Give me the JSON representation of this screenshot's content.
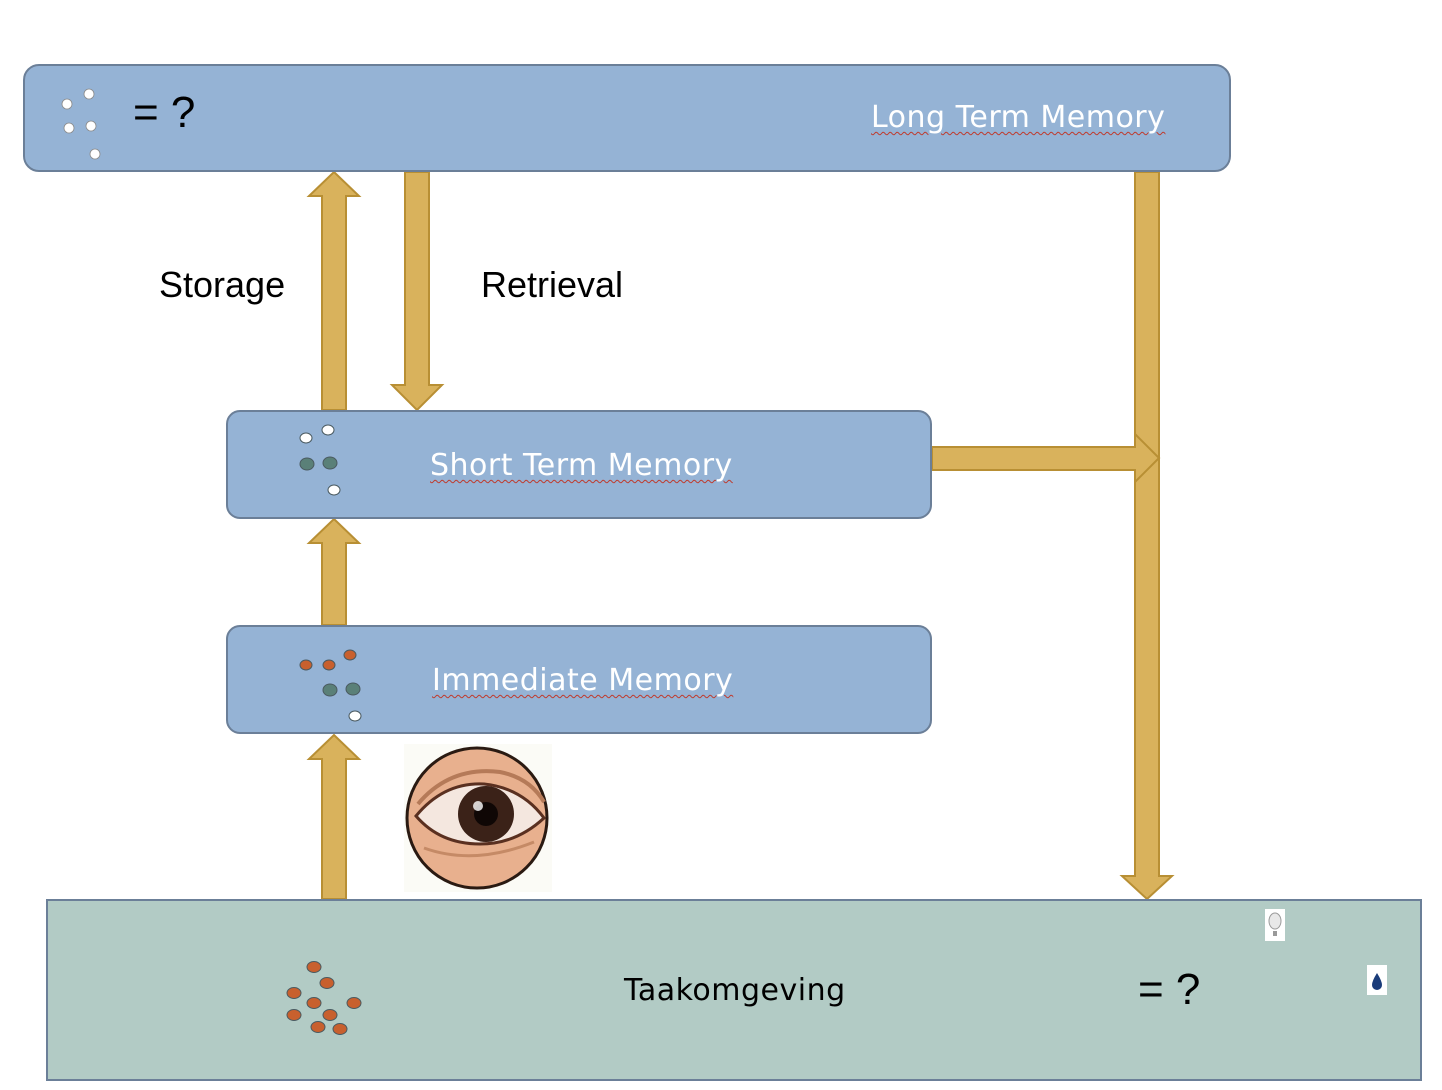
{
  "boxes": {
    "long_term": {
      "label": "Long Term Memory",
      "suffix": "= ?"
    },
    "short_term": {
      "label": "Short Term Memory"
    },
    "immediate": {
      "label": "Immediate Memory"
    },
    "environment": {
      "label": "Taakomgeving",
      "suffix": "= ?"
    }
  },
  "arrows": {
    "storage": "Storage",
    "retrieval": "Retrieval"
  },
  "colors": {
    "box_fill": "#95b3d5",
    "env_fill": "#b2cbc5",
    "arrow_fill": "#d9b25c",
    "arrow_stroke": "#b88f34",
    "dot_orange": "#c8602e",
    "dot_teal": "#5a8078",
    "dot_white": "#ffffff"
  },
  "icons": [
    "star-cluster-icon",
    "dot-cluster-icon",
    "eye-icon"
  ]
}
